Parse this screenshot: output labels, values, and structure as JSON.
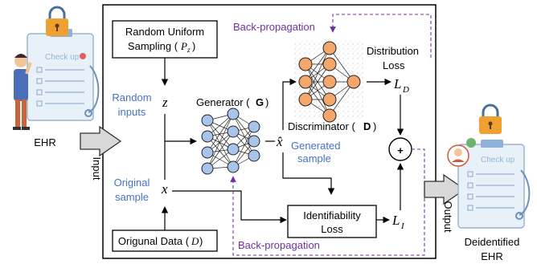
{
  "labels": {
    "back_prop_top": "Back-propagation",
    "back_prop_bottom": "Back-propagation",
    "random_uniform_line1": "Random Uniform",
    "random_uniform_line2": "Sampling (",
    "random_uniform_sym": "P",
    "random_uniform_sub": "z",
    "random_uniform_close": ")",
    "random_inputs_line1": "Random",
    "random_inputs_line2": "inputs",
    "original_sample_line1": "Original",
    "original_sample_line2": "sample",
    "original_data": "Origunal Data (",
    "original_data_sym": "D",
    "original_data_close": ")",
    "generator": "Generator (",
    "generator_sym": "G",
    "generator_close": ")",
    "discriminator": "Discriminator (",
    "discriminator_sym": "D",
    "discriminator_close": ")",
    "distribution_loss_line1": "Distribution",
    "distribution_loss_line2": "Loss",
    "generated_sample_line1": "Generated",
    "generated_sample_line2": "sample",
    "identifiability_line1": "Identifiability",
    "identifiability_line2": "Loss",
    "ehr": "EHR",
    "input": "Input",
    "output": "Output",
    "deidentified_line1": "Deidentified",
    "deidentified_line2": "EHR",
    "checkup": "Check up",
    "var_z": "z",
    "var_x": "x",
    "var_xhat": "x̂",
    "var_LD": "L",
    "var_LD_sub": "D",
    "var_LI": "L",
    "var_LI_sub": "I",
    "plus": "+"
  },
  "colors": {
    "accent_blue": "#4472c4",
    "accent_purple": "#7030a0",
    "generator_node": "#a9c4ea",
    "discriminator_node": "#f4a66b",
    "lock": "#f0a030"
  }
}
